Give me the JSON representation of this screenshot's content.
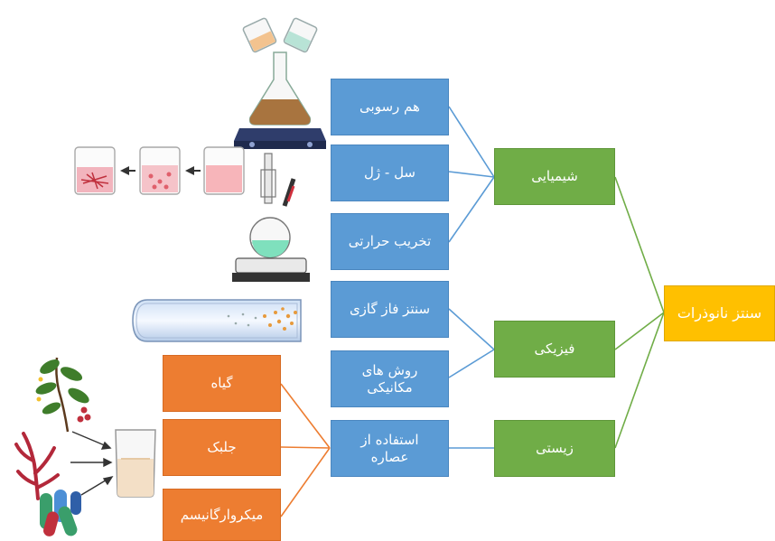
{
  "root": {
    "label": "سنتز نانوذرات"
  },
  "categories": [
    {
      "key": "chemical",
      "label": "شیمیایی"
    },
    {
      "key": "physical",
      "label": "فیزیکی"
    },
    {
      "key": "biological",
      "label": "زیستی"
    }
  ],
  "methods": [
    {
      "label": "هم رسوبی"
    },
    {
      "label": "سل - ژل"
    },
    {
      "label": "تخریب حرارتی"
    },
    {
      "label": "سنتز فاز گازی"
    },
    {
      "label": "روش های مکانیکی"
    },
    {
      "label": "استفاده از عصاره"
    }
  ],
  "sources": [
    {
      "label": "گیاه"
    },
    {
      "label": "جلبک"
    },
    {
      "label": "میکروارگانیسم"
    }
  ],
  "colors": {
    "method": "#5b9bd5",
    "category": "#70ad47",
    "root": "#ffc000",
    "source": "#ed7d31"
  },
  "illustrations": [
    "flask-on-hotplate-icon",
    "beakers-sequence-icon",
    "reflux-apparatus-icon",
    "gas-phase-tube-icon",
    "plant-icon",
    "algae-icon",
    "microorganism-icon",
    "extract-beaker-icon"
  ]
}
